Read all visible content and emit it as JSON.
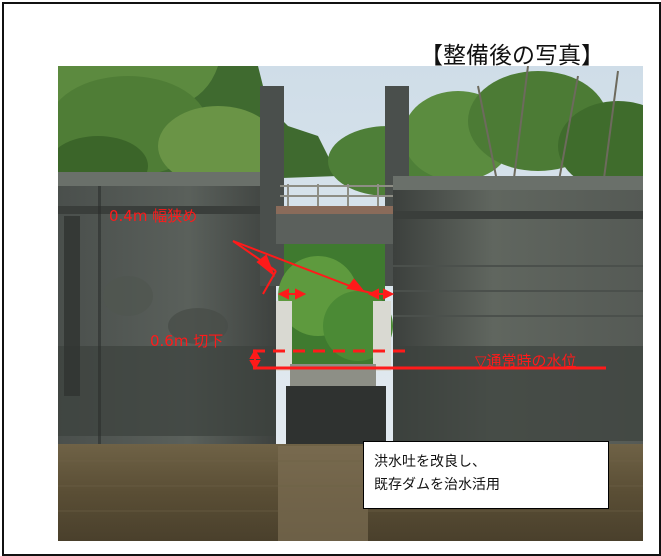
{
  "title": "【整備後の写真】",
  "annotations": {
    "narrowing": "0.4m 幅狭め",
    "cut_down": "0.6m 切下",
    "water_level": "▽通常時の水位"
  },
  "note": {
    "line1": "洪水吐を改良し、",
    "line2": "既存ダムを治水活用"
  },
  "colors": {
    "annotation": "#ff1a1a",
    "border": "#111111"
  }
}
